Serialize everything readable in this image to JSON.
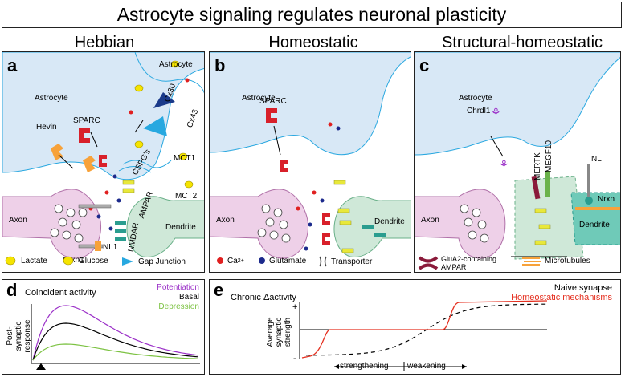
{
  "title": "Astrocyte signaling regulates neuronal plasticity",
  "panels": {
    "a": {
      "letter": "a",
      "heading": "Hebbian",
      "labels": {
        "astrocyte": "Astrocyte",
        "astrocyte2": "Astrocyte",
        "cx30": "Cx30",
        "cx43": "Cx43",
        "sparc": "SPARC",
        "hevin": "Hevin",
        "cspg": "CSPG's",
        "mct1": "MCT1",
        "mct2": "MCT2",
        "ampar": "AMPAR",
        "nmdar": "NMDAR",
        "axon": "Axon",
        "dendrite": "Dendrite",
        "nrxn1": "Nrxn1",
        "nl1": "NL1"
      }
    },
    "b": {
      "letter": "b",
      "heading": "Homeostatic",
      "labels": {
        "astrocyte": "Astrocyte",
        "sparc": "SPARC",
        "axon": "Axon",
        "dendrite": "Dendrite"
      }
    },
    "c": {
      "letter": "c",
      "heading": "Structural-homeostatic",
      "labels": {
        "astrocyte": "Astrocyte",
        "chrdl1": "Chrdl1",
        "megf10": "MEGF10",
        "mertk": "MERTK",
        "nl": "NL",
        "nrxn": "Nrxn",
        "axon": "Axon",
        "dendrite": "Dendrite"
      }
    },
    "d": {
      "letter": "d",
      "subtitle": "Coincident activity",
      "ylabel": "Post-synaptic response",
      "legend": [
        "Potentiation",
        "Basal",
        "Depression"
      ],
      "colors": {
        "potentiation": "#9b30c8",
        "basal": "#000000",
        "depression": "#7cc242"
      }
    },
    "e": {
      "letter": "e",
      "subtitle": "Chronic Δactivity",
      "ylabel": "Average synaptic strength",
      "legend": [
        "Naive synapse",
        "Homeostatic mechanisms"
      ],
      "xlabel_left": "strengthening",
      "xlabel_right": "weakening",
      "plus": "+",
      "minus": "-",
      "colors": {
        "naive": "#000000",
        "homeostatic": "#e53020"
      }
    }
  },
  "legend": {
    "lactate": "Lactate",
    "glucose": "Glucose",
    "gap_junction": "Gap Junction",
    "ca": "Ca",
    "ca_sup": "2+",
    "glutamate": "Glutamate",
    "transporter": "Transporter",
    "glua2": "GluA2-containing AMPAR",
    "microtubules": "Microtubules"
  },
  "colors": {
    "astrocyte": "#d8e8f6",
    "axon": "#eed0e8",
    "dendrite": "#cfe8d8",
    "lactate": "#f5e400",
    "hevin": "#f7a23a",
    "sparc": "#d8202a",
    "cx30": "#1a3a8a",
    "cx43": "#27a8e0",
    "nmdar": "#2a9d8f",
    "ampar": "#e8e83a",
    "glutamate": "#1c2a8c",
    "calcium": "#e02020"
  }
}
